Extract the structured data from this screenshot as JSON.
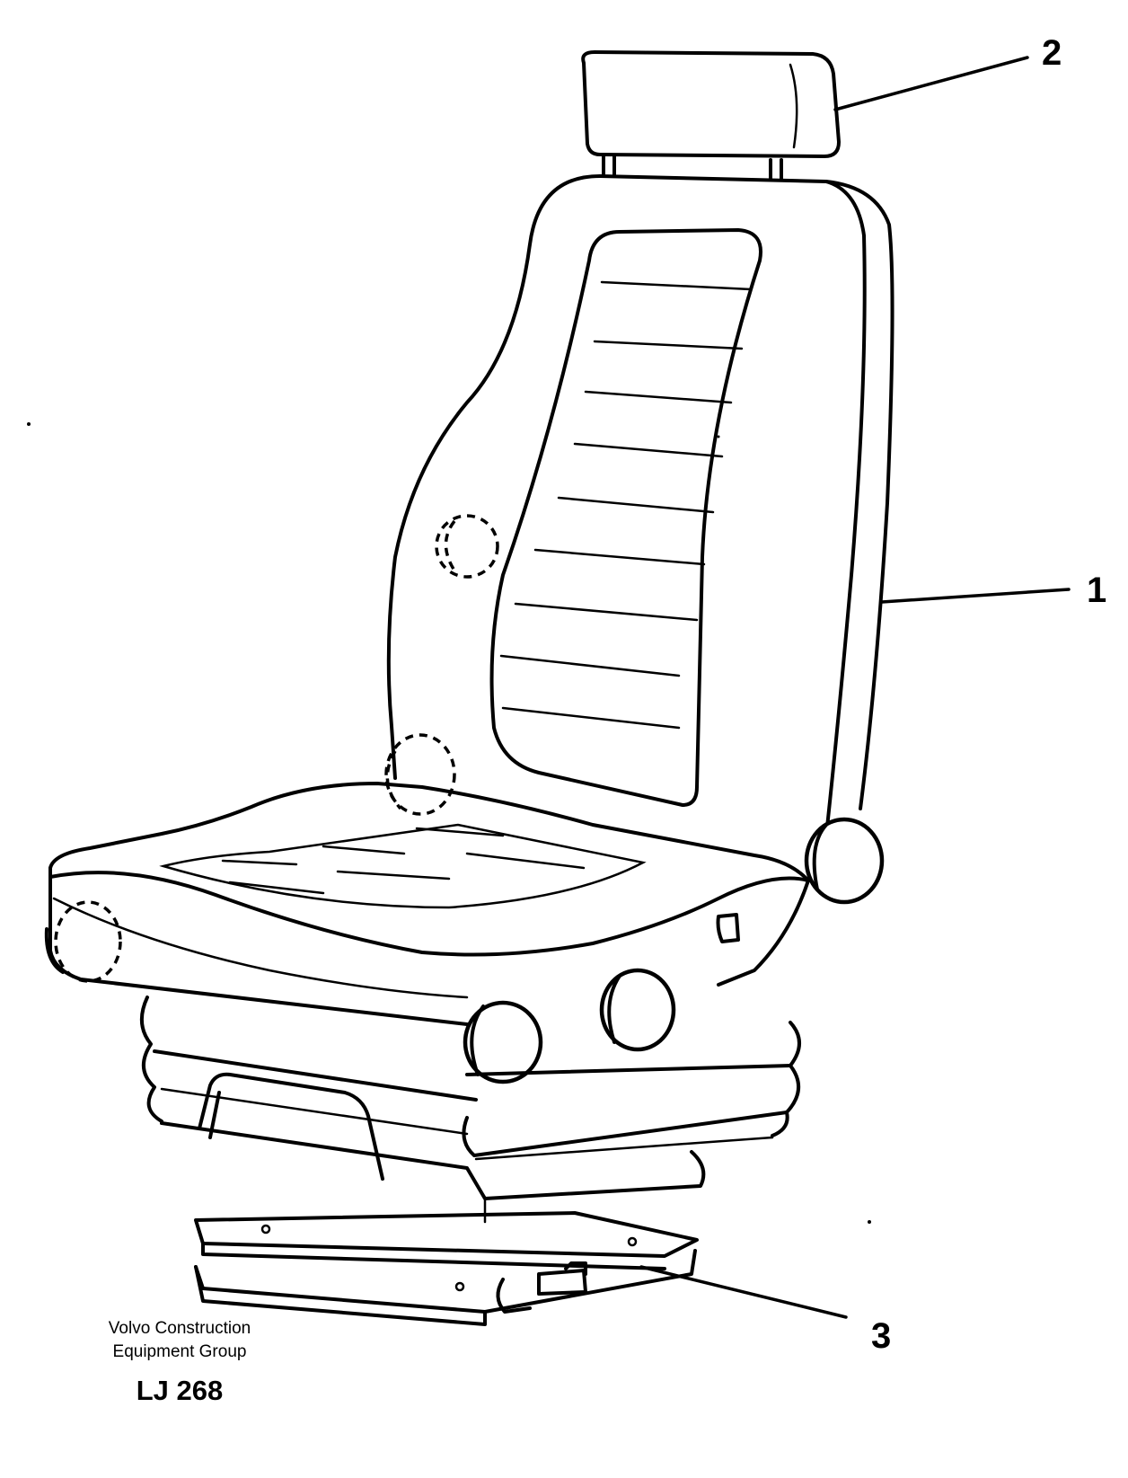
{
  "callouts": [
    {
      "label": "2",
      "part": "headrest"
    },
    {
      "label": "1",
      "part": "seat"
    },
    {
      "label": "3",
      "part": "slide-rails"
    }
  ],
  "footer": {
    "company_line1": "Volvo Construction",
    "company_line2": "Equipment Group",
    "drawing_code": "LJ 268"
  }
}
